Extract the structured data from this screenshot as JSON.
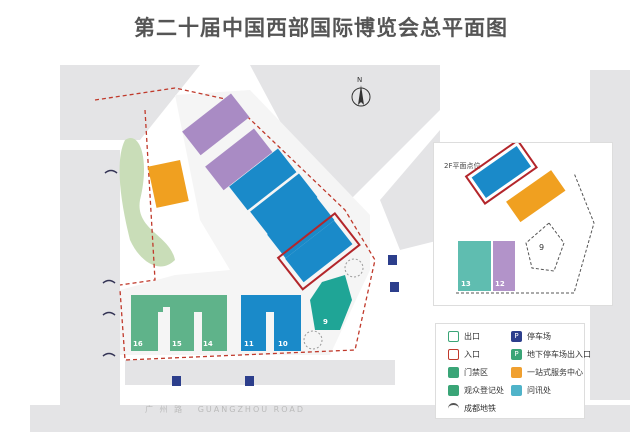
{
  "title": "第二十届中国西部国际博览会总平面图",
  "compass": "N",
  "road": {
    "cn": "广 州 路",
    "en": "GUANGZHOU ROAD"
  },
  "halls": {
    "h16": "16",
    "h15": "15",
    "h14": "14",
    "h11": "11",
    "h10": "10",
    "h9": "9"
  },
  "inset": {
    "label": "2F平面点位",
    "h13": "13",
    "h12": "12",
    "h9": "9"
  },
  "legend": [
    {
      "label": "出口",
      "icon": "exit-icon",
      "color": "#3aa577"
    },
    {
      "label": "停车场",
      "icon": "parking-icon",
      "color": "#2c3e8c"
    },
    {
      "label": "入口",
      "icon": "entrance-icon",
      "color": "#c0392b"
    },
    {
      "label": "地下停车场出入口",
      "icon": "underground-parking-icon",
      "color": "#3aa577"
    },
    {
      "label": "门禁区",
      "icon": "gate-icon",
      "color": "#3aa577"
    },
    {
      "label": "一站式服务中心",
      "icon": "service-center-icon",
      "color": "#f0a030"
    },
    {
      "label": "观众登记处",
      "icon": "registration-icon",
      "color": "#3aa577"
    },
    {
      "label": "问讯处",
      "icon": "info-icon",
      "color": "#4fb3c9"
    },
    {
      "label": "成都地铁",
      "icon": "metro-icon",
      "color": "#555"
    }
  ],
  "colors": {
    "purple": "#a98bc4",
    "blue": "#1a8ac9",
    "orange": "#f0a020",
    "green": "#5fb38a",
    "teal": "#1fa596",
    "frame": "#b3262b"
  }
}
